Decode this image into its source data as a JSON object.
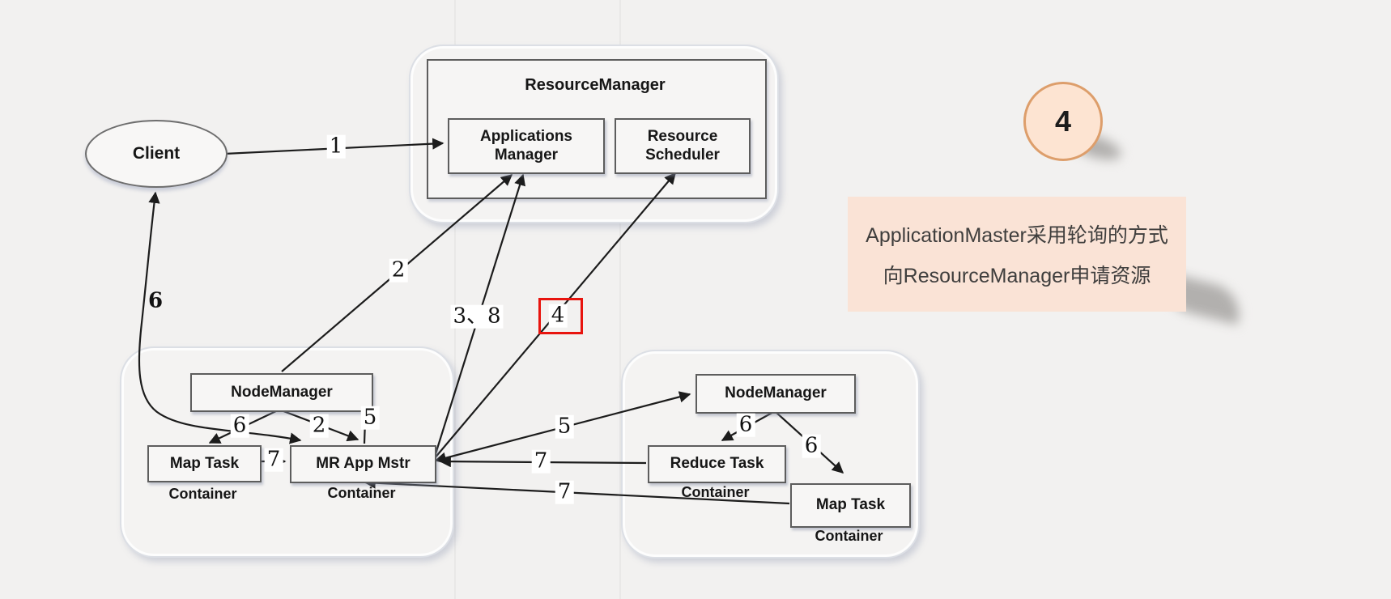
{
  "resource_manager": {
    "title": "ResourceManager",
    "applications_manager_line1": "Applications",
    "applications_manager_line2": "Manager",
    "resource_scheduler_line1": "Resource",
    "resource_scheduler_line2": "Scheduler"
  },
  "client": {
    "label": "Client"
  },
  "left_group": {
    "node_manager": "NodeManager",
    "map_task": "Map Task",
    "map_task_container": "Container",
    "mr_app_mstr": "MR App Mstr",
    "mr_app_mstr_container": "Container"
  },
  "right_group": {
    "node_manager": "NodeManager",
    "reduce_task": "Reduce Task",
    "reduce_task_container": "Container",
    "map_task": "Map Task",
    "map_task_container": "Container"
  },
  "edges": {
    "client_to_am": "1",
    "nm_to_am": "2",
    "mrapp_to_am": "3、8",
    "mrapp_to_rs": "4",
    "nm_to_maptask": "6",
    "nm_to_mrapp": "2",
    "mrapp_to_nm_up": "5",
    "maptask_to_mrapp": "7",
    "mrapp_to_right_nm": "5",
    "reduce_to_mrapp": "7",
    "right_map_to_mrapp": "7",
    "right_nm_to_reduce": "6",
    "right_nm_to_map": "6",
    "mrapp_to_client": "6"
  },
  "callout": {
    "step_number": "4",
    "line1": "ApplicationMaster采用轮询的方式",
    "line2": "向ResourceManager申请资源"
  },
  "colors": {
    "highlight_red": "#e8140e",
    "callout_fill": "#fae3d6",
    "circle_fill": "#fde4d2",
    "circle_border": "#dd9e6b"
  }
}
